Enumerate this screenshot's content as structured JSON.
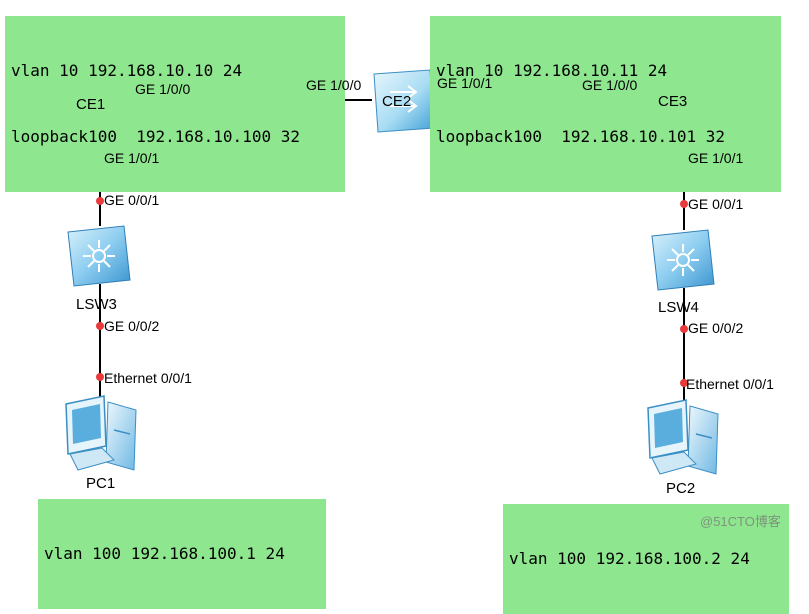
{
  "notes": {
    "ce1_vlan": "vlan 10 192.168.10.10 24",
    "ce1_loopback": "loopback100  192.168.10.100 32",
    "ce3_vlan": "vlan 10 192.168.10.11 24",
    "ce3_loopback": "loopback100  192.168.10.101 32",
    "pc1": "vlan 100 192.168.100.1 24",
    "pc2": "vlan 100 192.168.100.2 24"
  },
  "devices": {
    "ce1": "CE1",
    "ce2": "CE2",
    "ce3": "CE3",
    "lsw3": "LSW3",
    "lsw4": "LSW4",
    "pc1": "PC1",
    "pc2": "PC2"
  },
  "ports": {
    "ce1_ge100": "GE 1/0/0",
    "ce2_ge100": "GE 1/0/0",
    "ce2_ge101": "GE 1/0/1",
    "ce3_ge100": "GE 1/0/0",
    "ce1_ge101": "GE 1/0/1",
    "lsw3_ge001": "GE 0/0/1",
    "lsw3_ge002": "GE 0/0/2",
    "pc1_eth": "Ethernet 0/0/1",
    "ce3_ge101": "GE 1/0/1",
    "lsw4_ge001": "GE 0/0/1",
    "lsw4_ge002": "GE 0/0/2",
    "pc2_eth": "Ethernet 0/0/1"
  },
  "watermark": "@51CTO博客",
  "colors": {
    "note_bg": "#8ee68e",
    "port_dot": "#e83a3a",
    "link": "#000000",
    "device_light": "#dff3fb",
    "device_dark": "#4aa9dc"
  }
}
